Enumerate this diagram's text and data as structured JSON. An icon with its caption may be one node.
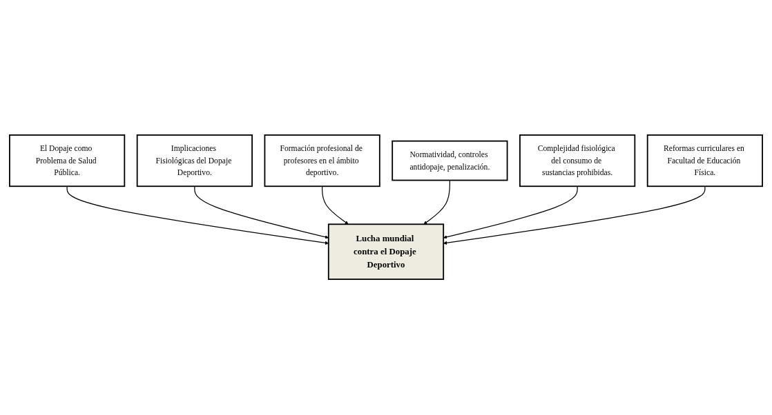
{
  "diagram": {
    "nodes": [
      {
        "text": [
          "El Dopaje como Problema de Salud Pública."
        ]
      },
      {
        "text": [
          "Implicaciones Fisiológicas del Dopaje Deportivo."
        ]
      },
      {
        "text": [
          "Formación profesional de profesores en el ámbito deportivo."
        ]
      },
      {
        "text": [
          "Lucha mundial contra el Dopaje Deportivo"
        ]
      },
      {
        "text": [
          "Normatividad, controles antidopaje, penalización."
        ]
      },
      {
        "text": [
          "Complejidad fisiológica del consumo de sustancias prohibidas."
        ]
      },
      {
        "text": [
          "Reformas curriculares en Facultad de Educación Física."
        ]
      }
    ],
    "edges": [
      {
        "from": 0,
        "to": 3,
        "arrow": "to"
      },
      {
        "from": 1,
        "to": 3,
        "arrow": "to"
      },
      {
        "from": 2,
        "to": 3,
        "arrow": "to"
      },
      {
        "from": 4,
        "to": 3,
        "arrow": "to"
      },
      {
        "from": 5,
        "to": 3,
        "arrow": "to"
      },
      {
        "from": 6,
        "to": 3,
        "arrow": "to"
      }
    ]
  }
}
